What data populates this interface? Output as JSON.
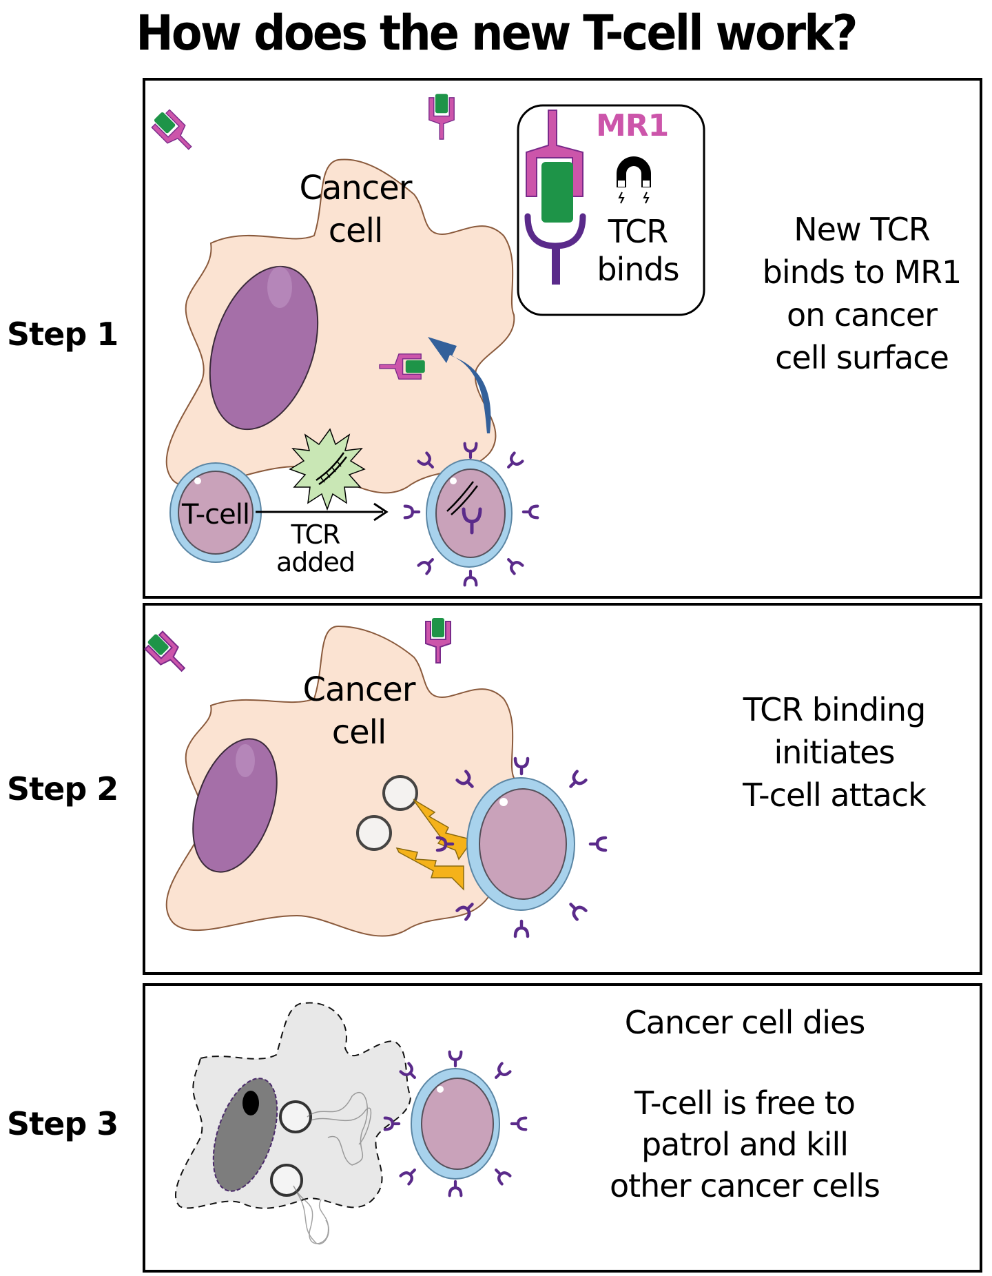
{
  "title": "How does the new T-cell work?",
  "colors": {
    "cancer_cell_fill": "#fbe3d2",
    "cancer_cell_outline": "#8a5a3c",
    "nucleus": "#a56fa8",
    "mr1_magenta": "#cc55aa",
    "antigen_green": "#1e9448",
    "tcr_purple": "#5a2a8a",
    "tcell_membrane": "#a8d2ec",
    "tcell_inner": "#c9a2ba",
    "arrow_blue": "#33609a",
    "lightning_yellow": "#f5b21a",
    "dna_burst_green": "#c9e7b5",
    "dead_cell_fill": "#e8e8e8",
    "dead_nucleus": "#7d7d7d"
  },
  "steps": [
    {
      "label": "Step 1",
      "cancer_cell_label": [
        "Cancer",
        "cell"
      ],
      "inset": {
        "mr1_label": "MR1",
        "binds_label": [
          "TCR",
          "binds"
        ],
        "magnet_icon": "magnet-icon"
      },
      "tcell_label": "T-cell",
      "process_label": [
        "TCR",
        "added"
      ],
      "description": [
        "New TCR",
        "binds to MR1",
        "on cancer",
        "cell surface"
      ]
    },
    {
      "label": "Step 2",
      "cancer_cell_label": [
        "Cancer",
        "cell"
      ],
      "description": [
        "TCR binding",
        "initiates",
        "T-cell attack"
      ]
    },
    {
      "label": "Step 3",
      "description_top": "Cancer cell dies",
      "description": [
        "T-cell is free to",
        "patrol and kill",
        "other cancer cells"
      ]
    }
  ]
}
